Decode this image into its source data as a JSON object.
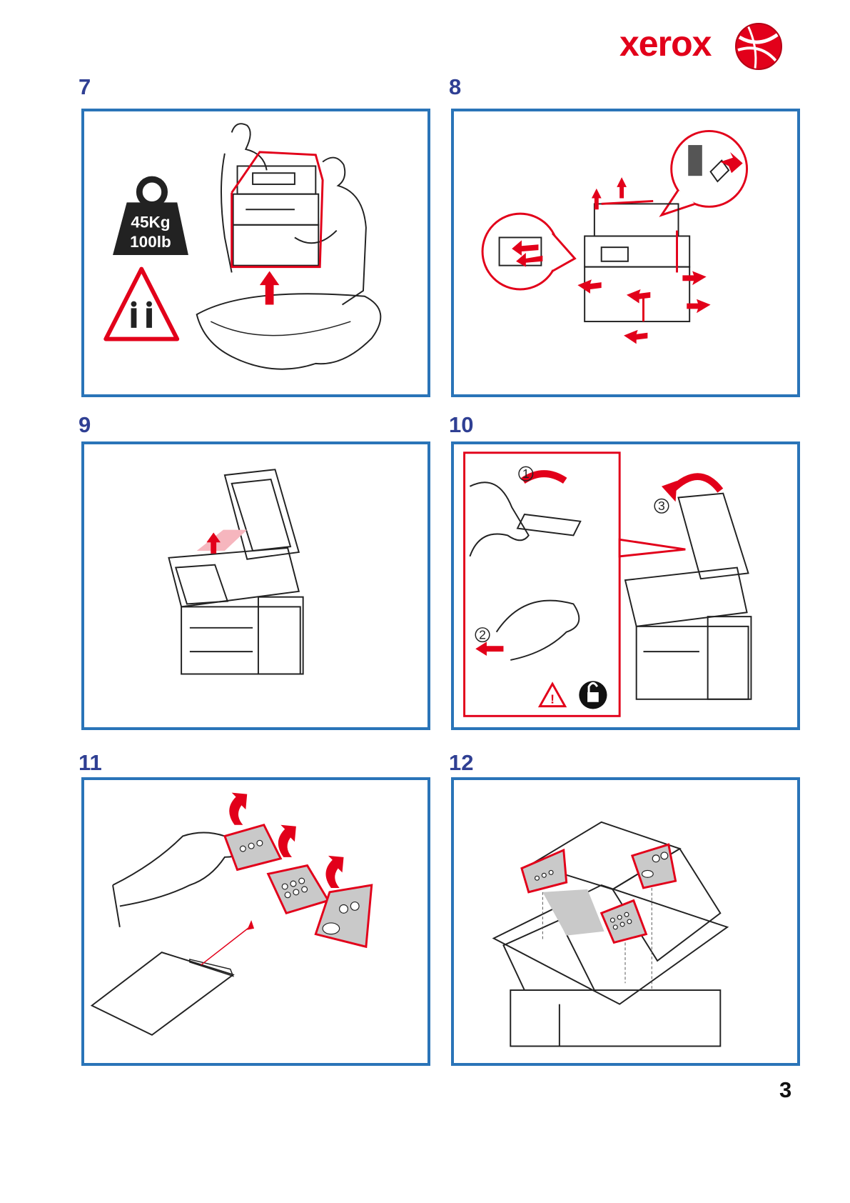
{
  "brand": {
    "name": "xerox",
    "accent": "#e2001a"
  },
  "steps": [
    {
      "number": "7"
    },
    {
      "number": "8"
    },
    {
      "number": "9"
    },
    {
      "number": "10"
    },
    {
      "number": "11"
    },
    {
      "number": "12"
    }
  ],
  "weight_badge": {
    "kg": "45Kg",
    "lb": "100lb"
  },
  "circled_steps": [
    "1",
    "2",
    "3"
  ],
  "page_number": "3",
  "colors": {
    "panel_border": "#2a74b8",
    "step_number": "#2f3f93",
    "warning_red": "#e2001a"
  }
}
